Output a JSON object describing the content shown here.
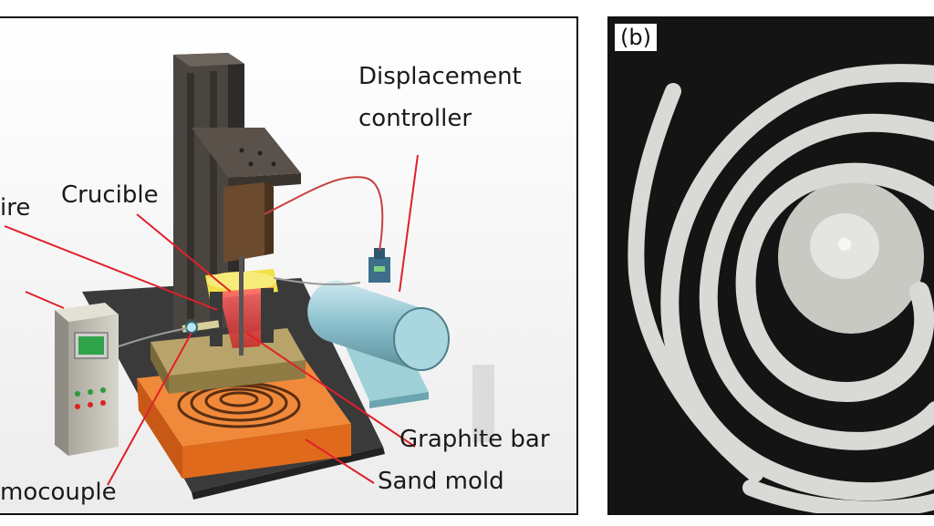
{
  "panel_a": {
    "labels": {
      "displacement_line1": "Displacement",
      "displacement_line2": "controller",
      "crucible": "Crucible",
      "ire": "ire",
      "graphite_bar": "Graphite bar",
      "sand_mold": "Sand mold",
      "mocouple": "mocouple"
    }
  },
  "panel_b": {
    "label": "(b)"
  },
  "colors": {
    "leader_line": "#e0202a",
    "sand_mold": "#e9762b",
    "frame": "#4a4540",
    "crucible": "#f1e04a",
    "cylinder": "#8fc3d0",
    "spiral": "#d9d9d6"
  }
}
